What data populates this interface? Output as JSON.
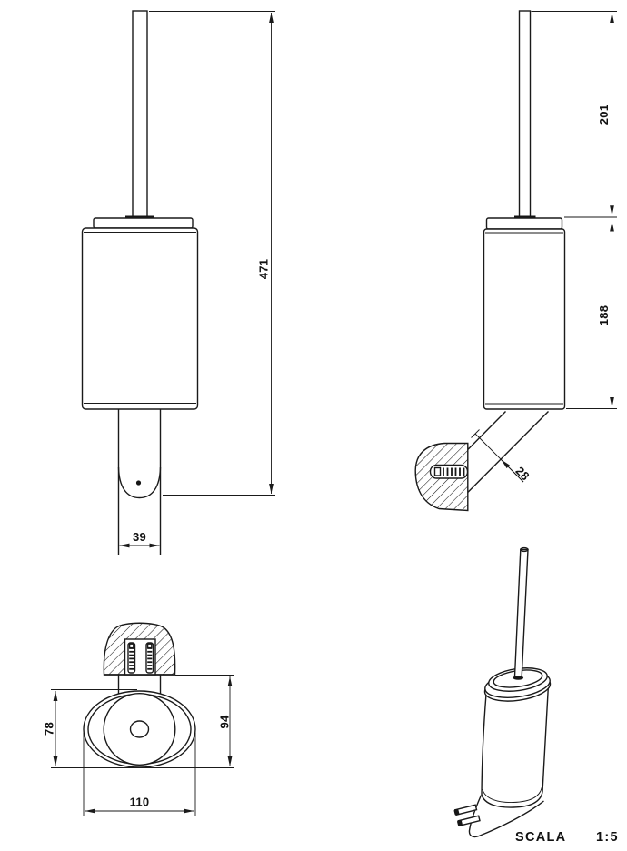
{
  "scale": {
    "word": "SCALA",
    "value": "1:5"
  },
  "dims": {
    "front": {
      "height": "471",
      "bracket_width": "39"
    },
    "side": {
      "handle": "201",
      "body": "188",
      "arm": "28"
    },
    "top": {
      "depth": "78",
      "total_depth": "94",
      "width": "110"
    }
  },
  "colors": {
    "line": "#1a1a1a",
    "background": "#ffffff"
  }
}
